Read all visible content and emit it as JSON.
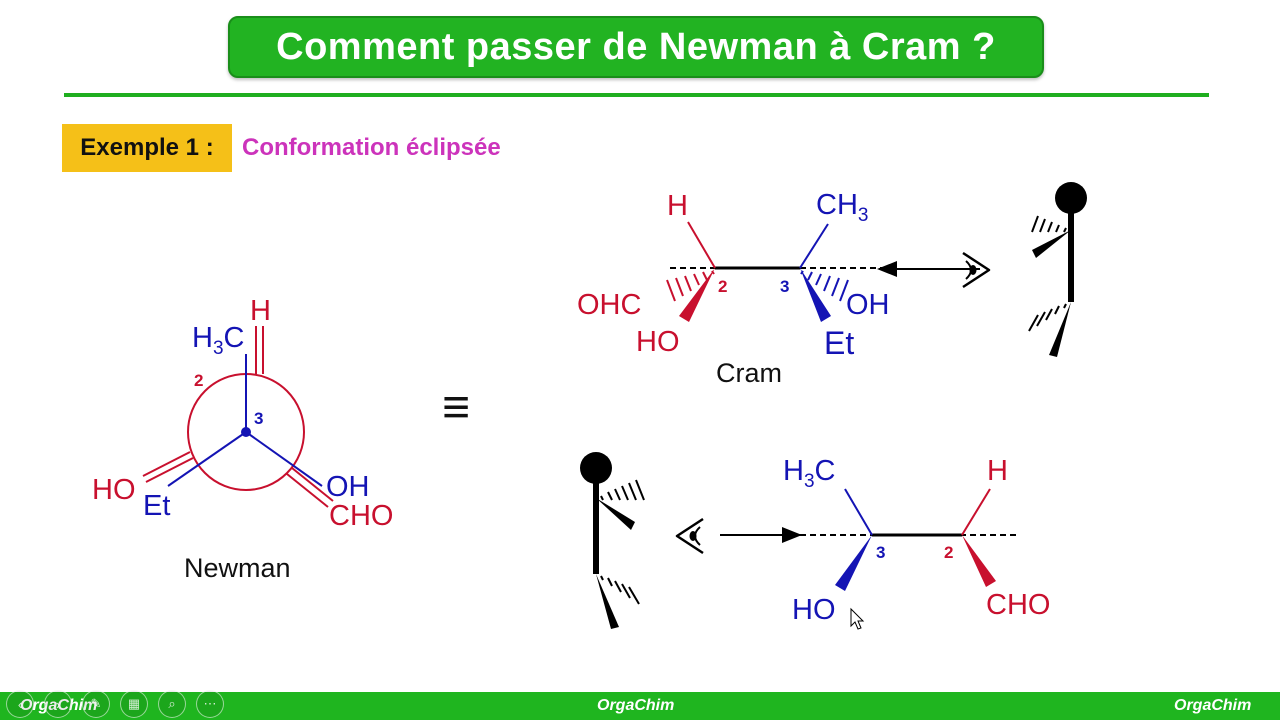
{
  "title": "Comment passer de Newman à Cram ?",
  "example": {
    "label": "Exemple 1 :",
    "subtitle": "Conformation éclipsée"
  },
  "newman": {
    "caption": "Newman",
    "front_number": "3",
    "back_number": "2",
    "labels": {
      "top_front": "H3C",
      "top_back": "H",
      "left_back": "HO",
      "left_front": "Et",
      "right_front": "OH",
      "right_back": "CHO"
    }
  },
  "equivalence_symbol": "≡",
  "cram_top": {
    "caption": "Cram",
    "carbon_left_number": "2",
    "carbon_right_number": "3",
    "labels": {
      "h": "H",
      "ch3": "CH3",
      "ohc": "OHC",
      "ho": "HO",
      "oh": "OH",
      "et": "Et"
    }
  },
  "cram_bottom": {
    "carbon_left_number": "3",
    "carbon_right_number": "2",
    "labels": {
      "h3c": "H3C",
      "h": "H",
      "ho": "HO",
      "cho": "CHO"
    }
  },
  "footer": {
    "left": "OrgaChim",
    "center": "OrgaChim",
    "right": "OrgaChim"
  },
  "colors": {
    "red": "#c8102e",
    "blue": "#1414b4",
    "green": "#1fb51f",
    "yellow": "#f5c018",
    "magenta": "#cc33bb"
  },
  "controls": [
    "prev-icon",
    "next-icon",
    "pen-icon",
    "slides-icon",
    "zoom-icon",
    "more-icon"
  ]
}
